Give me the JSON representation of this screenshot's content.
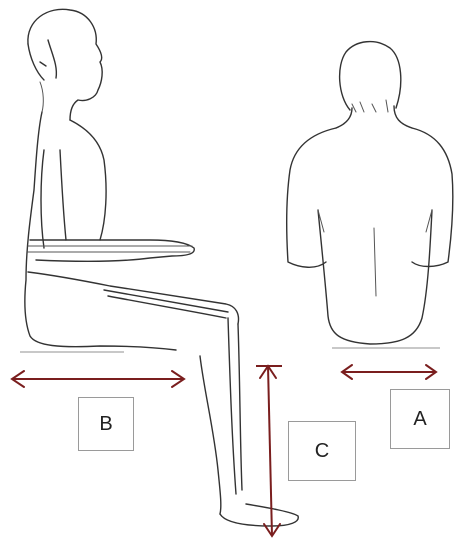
{
  "labels": {
    "a": "A",
    "b": "B",
    "c": "C"
  },
  "colors": {
    "arrow": "#7a1e1e",
    "sketch": "#333333",
    "box_border": "#9a9a9a"
  }
}
